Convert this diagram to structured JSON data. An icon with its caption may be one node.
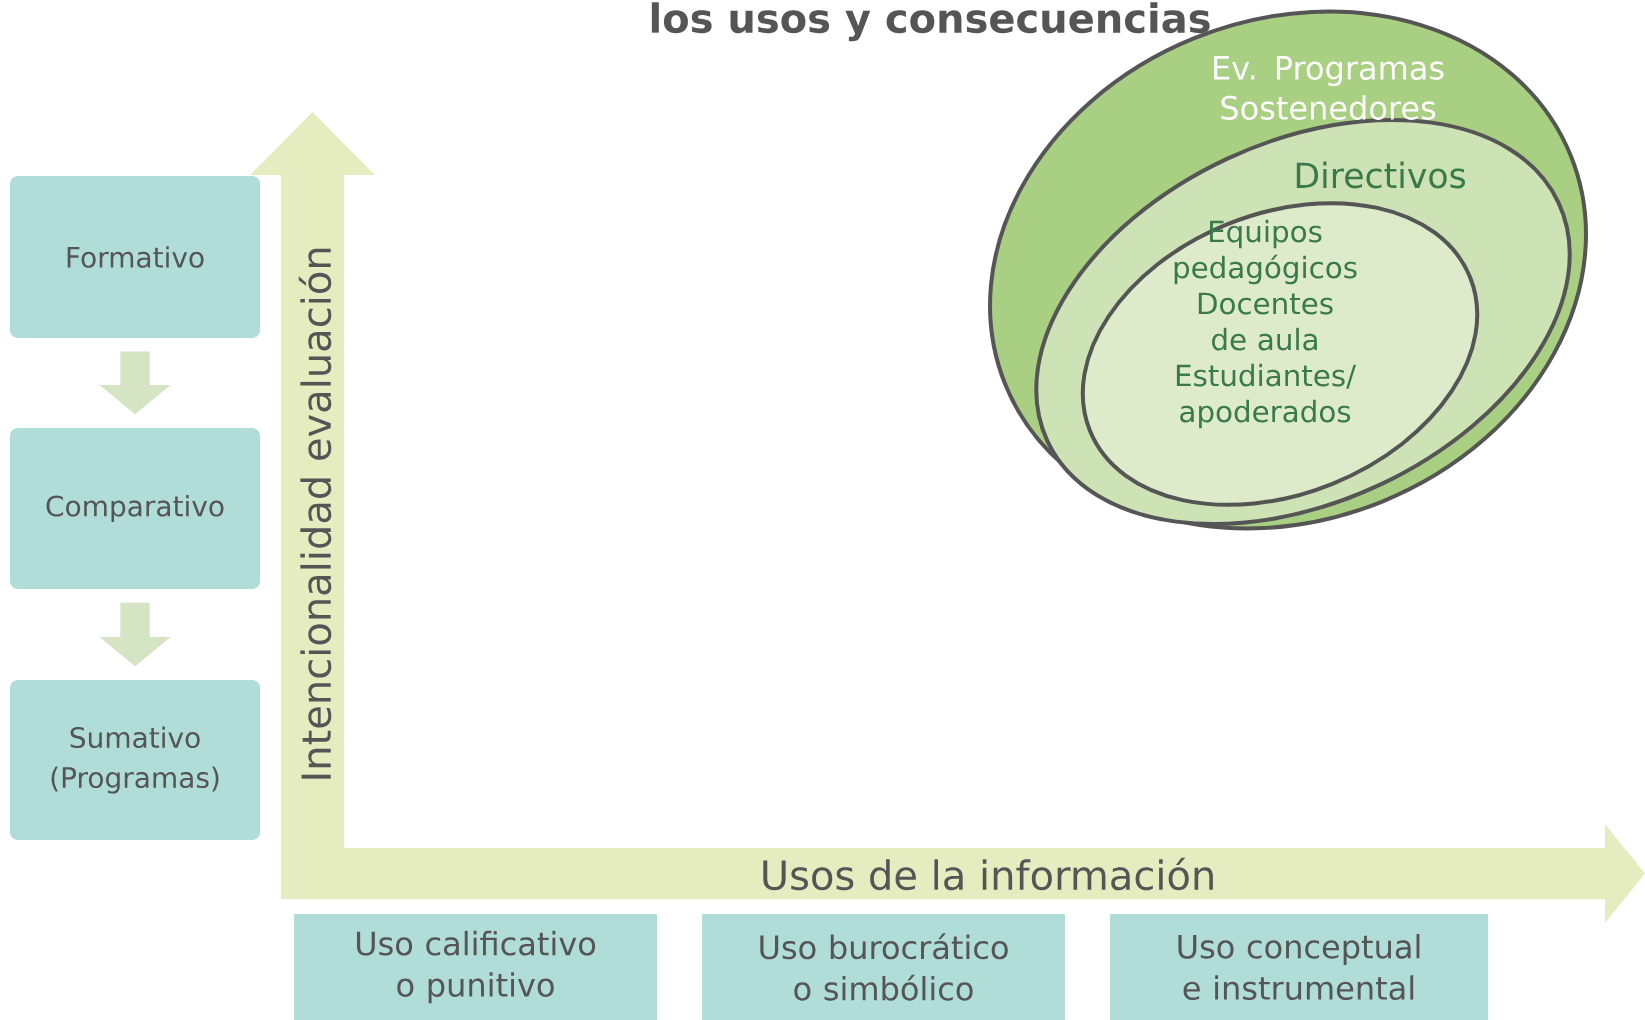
{
  "diagram": {
    "title": "los usos y consecuencias",
    "nodes": [
      {
        "text": [
          "Formativo"
        ]
      },
      {
        "text": [
          "Comparativo"
        ]
      },
      {
        "text": [
          "Sumativo (Programas)"
        ]
      },
      {
        "text": [
          "Ev. Programas Sostenedores"
        ]
      },
      {
        "text": [
          "Directivos"
        ],
        "in": 3
      },
      {
        "text": [
          "Equipos pedagógicos Docentes de aula Estudiantes/ apoderados"
        ],
        "in": 4
      },
      {
        "text": [
          "Uso calificativo o punitivo"
        ]
      },
      {
        "text": [
          "Uso burocrático o simbólico"
        ]
      },
      {
        "text": [
          "Uso conceptual e instrumental"
        ]
      }
    ],
    "edges": [
      {
        "from": 0,
        "to": 1,
        "arrow": "to"
      },
      {
        "from": 1,
        "to": 2,
        "arrow": "to"
      }
    ],
    "labels": [
      "Intencionalidad evaluación",
      "Usos de la información"
    ]
  }
}
